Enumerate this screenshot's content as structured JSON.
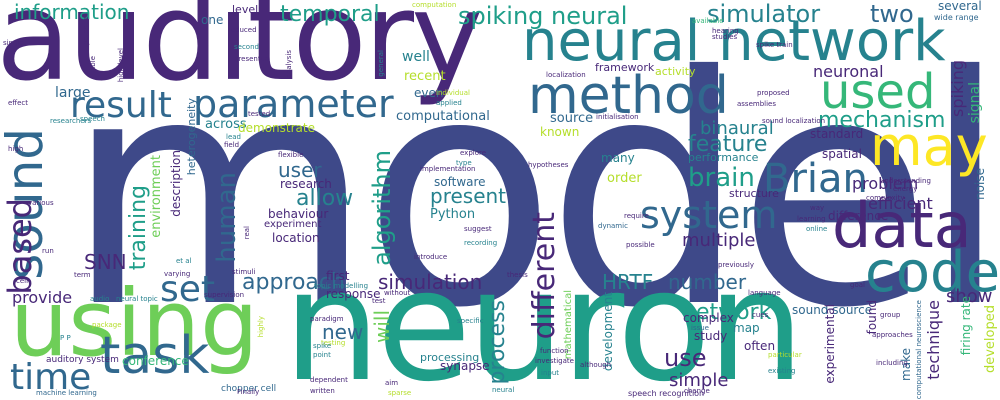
{
  "palette": {
    "purple": "#482878",
    "indigo": "#3e4989",
    "blue": "#31688e",
    "teal": "#26828e",
    "green": "#1f9e89",
    "lightgreen": "#35b779",
    "lime": "#6ece58",
    "yellowgreen": "#b5de2b",
    "yellow": "#fde725"
  },
  "words": [
    {
      "text": "model",
      "color": "indigo"
    },
    {
      "text": "neuron",
      "color": "green"
    },
    {
      "text": "auditory",
      "color": "purple"
    },
    {
      "text": "using",
      "color": "lime"
    },
    {
      "text": "neural network",
      "color": "teal"
    },
    {
      "text": "method",
      "color": "blue"
    },
    {
      "text": "data",
      "color": "purple"
    },
    {
      "text": "may",
      "color": "yellow"
    },
    {
      "text": "used",
      "color": "lightgreen"
    },
    {
      "text": "code",
      "color": "teal"
    },
    {
      "text": "sound",
      "color": "blue"
    },
    {
      "text": "task",
      "color": "blue"
    },
    {
      "text": "parameter",
      "color": "blue"
    },
    {
      "text": "result",
      "color": "blue"
    },
    {
      "text": "Brian",
      "color": "blue"
    },
    {
      "text": "system",
      "color": "blue"
    },
    {
      "text": "time",
      "color": "blue"
    },
    {
      "text": "based",
      "color": "purple"
    },
    {
      "text": "set",
      "color": "blue"
    },
    {
      "text": "spiking neural",
      "color": "green"
    },
    {
      "text": "simulator",
      "color": "teal"
    },
    {
      "text": "temporal",
      "color": "green"
    },
    {
      "text": "information",
      "color": "green"
    },
    {
      "text": "two",
      "color": "blue"
    },
    {
      "text": "mechanism",
      "color": "green"
    },
    {
      "text": "neuronal",
      "color": "purple"
    },
    {
      "text": "different",
      "color": "purple"
    },
    {
      "text": "algorithm",
      "color": "green"
    },
    {
      "text": "feature",
      "color": "teal"
    },
    {
      "text": "binaural",
      "color": "teal"
    },
    {
      "text": "brain",
      "color": "green"
    },
    {
      "text": "human",
      "color": "blue"
    },
    {
      "text": "training",
      "color": "green"
    },
    {
      "text": "user",
      "color": "blue"
    },
    {
      "text": "allow",
      "color": "teal"
    },
    {
      "text": "present",
      "color": "teal"
    },
    {
      "text": "approach",
      "color": "blue"
    },
    {
      "text": "simulation",
      "color": "purple"
    },
    {
      "text": "SNN",
      "color": "purple"
    },
    {
      "text": "provide",
      "color": "purple"
    },
    {
      "text": "network",
      "color": "green"
    },
    {
      "text": "number",
      "color": "blue"
    },
    {
      "text": "HRTF",
      "color": "teal"
    },
    {
      "text": "process",
      "color": "teal"
    },
    {
      "text": "new",
      "color": "blue"
    },
    {
      "text": "will",
      "color": "lime"
    },
    {
      "text": "use",
      "color": "purple"
    },
    {
      "text": "simple",
      "color": "purple"
    },
    {
      "text": "multiple",
      "color": "purple"
    },
    {
      "text": "problem",
      "color": "purple"
    },
    {
      "text": "efficient",
      "color": "purple"
    },
    {
      "text": "show",
      "color": "purple"
    },
    {
      "text": "spiking",
      "color": "purple"
    },
    {
      "text": "technique",
      "color": "purple"
    },
    {
      "text": "developed",
      "color": "yellowgreen"
    },
    {
      "text": "firing rate",
      "color": "lightgreen"
    },
    {
      "text": "signal",
      "color": "lightgreen"
    },
    {
      "text": "noise",
      "color": "blue"
    },
    {
      "text": "several",
      "color": "blue"
    },
    {
      "text": "wide range",
      "color": "blue"
    },
    {
      "text": "computational",
      "color": "blue"
    },
    {
      "text": "source",
      "color": "blue"
    },
    {
      "text": "well",
      "color": "teal"
    },
    {
      "text": "recent",
      "color": "yellowgreen"
    },
    {
      "text": "even",
      "color": "blue"
    },
    {
      "text": "known",
      "color": "yellowgreen"
    },
    {
      "text": "framework",
      "color": "purple"
    },
    {
      "text": "activity",
      "color": "yellowgreen"
    },
    {
      "text": "level",
      "color": "purple"
    },
    {
      "text": "one",
      "color": "blue"
    },
    {
      "text": "performance",
      "color": "teal"
    },
    {
      "text": "many",
      "color": "teal"
    },
    {
      "text": "order",
      "color": "yellowgreen"
    },
    {
      "text": "structure",
      "color": "purple"
    },
    {
      "text": "difference",
      "color": "purple"
    },
    {
      "text": "spatial",
      "color": "purple"
    },
    {
      "text": "standard",
      "color": "purple"
    },
    {
      "text": "Python",
      "color": "teal"
    },
    {
      "text": "software",
      "color": "blue"
    },
    {
      "text": "research",
      "color": "purple"
    },
    {
      "text": "behaviour",
      "color": "purple"
    },
    {
      "text": "location",
      "color": "purple"
    },
    {
      "text": "experiment",
      "color": "purple"
    },
    {
      "text": "description",
      "color": "purple"
    },
    {
      "text": "environment",
      "color": "lime"
    },
    {
      "text": "first",
      "color": "purple"
    },
    {
      "text": "response",
      "color": "purple"
    },
    {
      "text": "across",
      "color": "teal"
    },
    {
      "text": "demonstrate",
      "color": "yellowgreen"
    },
    {
      "text": "heterogeneity",
      "color": "blue"
    },
    {
      "text": "large",
      "color": "blue"
    },
    {
      "text": "sound source",
      "color": "blue"
    },
    {
      "text": "experimental",
      "color": "purple"
    },
    {
      "text": "found",
      "color": "purple"
    },
    {
      "text": "make",
      "color": "blue"
    },
    {
      "text": "map",
      "color": "teal"
    },
    {
      "text": "often",
      "color": "purple"
    },
    {
      "text": "complex",
      "color": "purple"
    },
    {
      "text": "study",
      "color": "purple"
    },
    {
      "text": "development",
      "color": "teal"
    },
    {
      "text": "processing",
      "color": "teal"
    },
    {
      "text": "synapse",
      "color": "purple"
    },
    {
      "text": "conference",
      "color": "lightgreen"
    },
    {
      "text": "auditory system",
      "color": "purple"
    },
    {
      "text": "chopper cell",
      "color": "blue"
    },
    {
      "text": "machine learning",
      "color": "blue"
    },
    {
      "text": "neural topic",
      "color": "teal"
    },
    {
      "text": "topic modelling",
      "color": "teal"
    },
    {
      "text": "mathematical",
      "color": "lime"
    },
    {
      "text": "speech recognition",
      "color": "purple"
    },
    {
      "text": "computational neuroscience",
      "color": "blue"
    },
    {
      "text": "spike train",
      "color": "purple"
    },
    {
      "text": "sound localization",
      "color": "purple"
    },
    {
      "text": "localization",
      "color": "purple"
    },
    {
      "text": "hypotheses",
      "color": "purple"
    },
    {
      "text": "implementation",
      "color": "purple"
    },
    {
      "text": "recording",
      "color": "teal"
    },
    {
      "text": "suggest",
      "color": "purple"
    },
    {
      "text": "introduce",
      "color": "purple"
    },
    {
      "text": "dynamic",
      "color": "blue"
    },
    {
      "text": "require",
      "color": "purple"
    },
    {
      "text": "possible",
      "color": "purple"
    },
    {
      "text": "previously",
      "color": "purple"
    },
    {
      "text": "learning",
      "color": "purple"
    },
    {
      "text": "thesis",
      "color": "purple"
    },
    {
      "text": "language",
      "color": "purple"
    },
    {
      "text": "online",
      "color": "teal"
    },
    {
      "text": "complexity",
      "color": "purple"
    },
    {
      "text": "energy",
      "color": "purple"
    },
    {
      "text": "understanding",
      "color": "purple"
    },
    {
      "text": "way",
      "color": "purple"
    },
    {
      "text": "goal",
      "color": "purple"
    },
    {
      "text": "group",
      "color": "purple"
    },
    {
      "text": "approaches",
      "color": "purple"
    },
    {
      "text": "including",
      "color": "purple"
    },
    {
      "text": "particular",
      "color": "yellowgreen"
    },
    {
      "text": "existing",
      "color": "teal"
    },
    {
      "text": "cues",
      "color": "purple"
    },
    {
      "text": "although",
      "color": "purple"
    },
    {
      "text": "issue",
      "color": "blue"
    },
    {
      "text": "function",
      "color": "purple"
    },
    {
      "text": "investigate",
      "color": "purple"
    },
    {
      "text": "specific",
      "color": "teal"
    },
    {
      "text": "input",
      "color": "teal"
    },
    {
      "text": "neural",
      "color": "teal"
    },
    {
      "text": "sparse",
      "color": "yellowgreen"
    },
    {
      "text": "aim",
      "color": "purple"
    },
    {
      "text": "test",
      "color": "purple"
    },
    {
      "text": "without",
      "color": "purple"
    },
    {
      "text": "dependent",
      "color": "purple"
    },
    {
      "text": "written",
      "color": "purple"
    },
    {
      "text": "testing",
      "color": "yellowgreen"
    },
    {
      "text": "spike",
      "color": "teal"
    },
    {
      "text": "point",
      "color": "teal"
    },
    {
      "text": "paradigm",
      "color": "purple"
    },
    {
      "text": "package",
      "color": "yellowgreen"
    },
    {
      "text": "audio",
      "color": "teal"
    },
    {
      "text": "supervision",
      "color": "purple"
    },
    {
      "text": "stimuli",
      "color": "purple"
    },
    {
      "text": "varying",
      "color": "purple"
    },
    {
      "text": "cell",
      "color": "purple"
    },
    {
      "text": "term",
      "color": "purple"
    },
    {
      "text": "et al",
      "color": "teal"
    },
    {
      "text": "real",
      "color": "purple"
    },
    {
      "text": "flexible",
      "color": "purple"
    },
    {
      "text": "lead",
      "color": "teal"
    },
    {
      "text": "field",
      "color": "purple"
    },
    {
      "text": "tested",
      "color": "purple"
    },
    {
      "text": "presented",
      "color": "purple"
    },
    {
      "text": "second",
      "color": "teal"
    },
    {
      "text": "reduced",
      "color": "purple"
    },
    {
      "text": "analysis",
      "color": "purple"
    },
    {
      "text": "individual",
      "color": "yellowgreen"
    },
    {
      "text": "applied",
      "color": "teal"
    },
    {
      "text": "general",
      "color": "teal"
    },
    {
      "text": "computation",
      "color": "yellowgreen"
    },
    {
      "text": "available",
      "color": "lightgreen"
    },
    {
      "text": "studies",
      "color": "purple"
    },
    {
      "text": "hearing",
      "color": "purple"
    },
    {
      "text": "proposed",
      "color": "purple"
    },
    {
      "text": "assemblies",
      "color": "purple"
    },
    {
      "text": "initialisation",
      "color": "purple"
    },
    {
      "text": "explore",
      "color": "purple"
    },
    {
      "text": "type",
      "color": "teal"
    },
    {
      "text": "potential",
      "color": "purple"
    },
    {
      "text": "able",
      "color": "purple"
    },
    {
      "text": "high level",
      "color": "purple"
    },
    {
      "text": "single",
      "color": "purple"
    },
    {
      "text": "researchers",
      "color": "teal"
    },
    {
      "text": "effect",
      "color": "purple"
    },
    {
      "text": "speech",
      "color": "teal"
    },
    {
      "text": "high",
      "color": "purple"
    },
    {
      "text": "various",
      "color": "purple"
    },
    {
      "text": "run",
      "color": "purple"
    },
    {
      "text": "Finally",
      "color": "purple"
    },
    {
      "text": "highly",
      "color": "yellowgreen"
    },
    {
      "text": "change",
      "color": "purple"
    },
    {
      "text": "P P",
      "color": "teal"
    }
  ]
}
